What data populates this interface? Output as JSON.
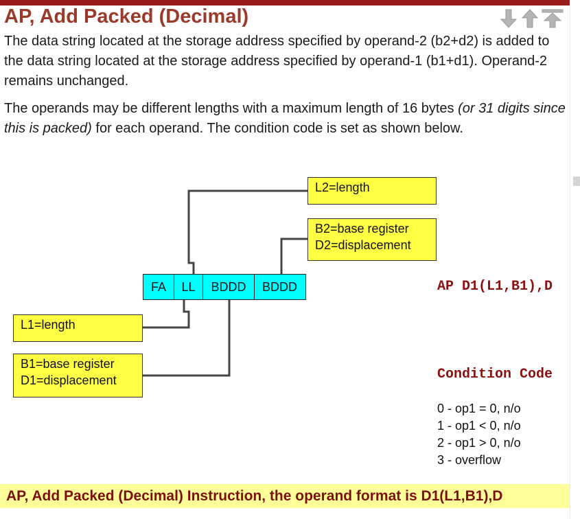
{
  "title": "AP, Add Packed (Decimal)",
  "paragraph1": "The data string located at the storage address specified by operand-2 (b2+d2) is added to the data string located at the storage address specified by operand-1 (b1+d1). Operand-2 remains unchanged.",
  "paragraph2": {
    "text_a": "The operands may be different lengths with a maximum length of 16 bytes ",
    "italic": "(or 31 digits since this is packed)",
    "text_b": " for each operand. The condition code is set as shown below."
  },
  "nav_icons": [
    "arrow-down-icon",
    "arrow-up-icon",
    "arrow-top-icon"
  ],
  "diagram": {
    "fields": [
      "FA",
      "LL",
      "BDDD",
      "BDDD"
    ],
    "l2_box": "L2=length",
    "b2_box": [
      "B2=base register",
      "D2=displacement"
    ],
    "l1_box": "L1=length",
    "b1_box": [
      "B1=base register",
      "D1=displacement"
    ]
  },
  "instruction_format": "AP D1(L1,B1),D",
  "condition_code": {
    "heading": "Condition Code",
    "items": [
      "0 - op1 = 0, n/o",
      "1 - op1 < 0, n/o",
      "2 - op1 > 0, n/o",
      "3 - overflow"
    ]
  },
  "footer_banner": "AP, Add Packed (Decimal) Instruction, the operand format is D1(L1,B1),D",
  "colors": {
    "title": "#9a3a2a",
    "topbar": "#9a1a1a",
    "yellow_box": "#ffff44",
    "cyan_field": "#00ffff",
    "footer_bg": "#ffff99",
    "mono_text": "#8a1010"
  }
}
